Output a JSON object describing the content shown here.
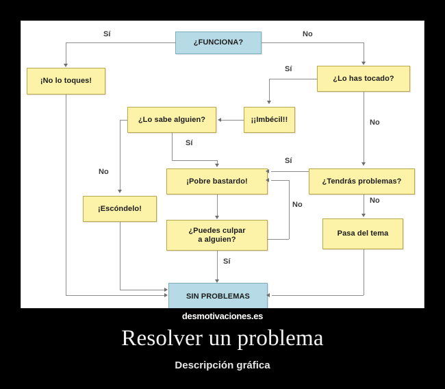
{
  "poster": {
    "title": "Resolver un problema",
    "subtitle": "Descripción gráfica",
    "watermark": "desmotivaciones.es",
    "background_color": "#000000",
    "canvas_color": "#ffffff"
  },
  "flowchart": {
    "node_fill": "#fcf3a8",
    "node_border": "#b9a74a",
    "start_fill": "#b6dbe6",
    "start_border": "#7faebc",
    "connector_color": "#8d8d8d",
    "nodes": [
      {
        "id": "funciona",
        "label": "¿FUNCIONA?",
        "type": "start"
      },
      {
        "id": "no_toques",
        "label": "¡No lo toques!",
        "type": "action"
      },
      {
        "id": "tocado",
        "label": "¿Lo has tocado?",
        "type": "decision"
      },
      {
        "id": "imbecil",
        "label": "¡¡Imbécil!!",
        "type": "action"
      },
      {
        "id": "sabe",
        "label": "¿Lo sabe alguien?",
        "type": "decision"
      },
      {
        "id": "escondelo",
        "label": "¡Escóndelo!",
        "type": "action"
      },
      {
        "id": "pobre",
        "label": "¡Pobre bastardo!",
        "type": "action"
      },
      {
        "id": "culpar",
        "label": "¿Puedes culpar a alguien?",
        "line1": "¿Puedes culpar",
        "line2": "a alguien?",
        "type": "decision"
      },
      {
        "id": "tendras",
        "label": "¿Tendrás problemas?",
        "type": "decision"
      },
      {
        "id": "pasa",
        "label": "Pasa del tema",
        "type": "action"
      },
      {
        "id": "sin_problemas",
        "label": "SIN PROBLEMAS",
        "type": "end"
      }
    ],
    "edge_labels": {
      "funciona_si": "Sí",
      "funciona_no": "No",
      "tocado_si": "Sí",
      "tocado_no": "No",
      "sabe_si": "Sí",
      "sabe_no": "No",
      "tendras_si": "Sí",
      "tendras_no": "No",
      "culpar_si": "Sí",
      "culpar_no": "No"
    }
  }
}
